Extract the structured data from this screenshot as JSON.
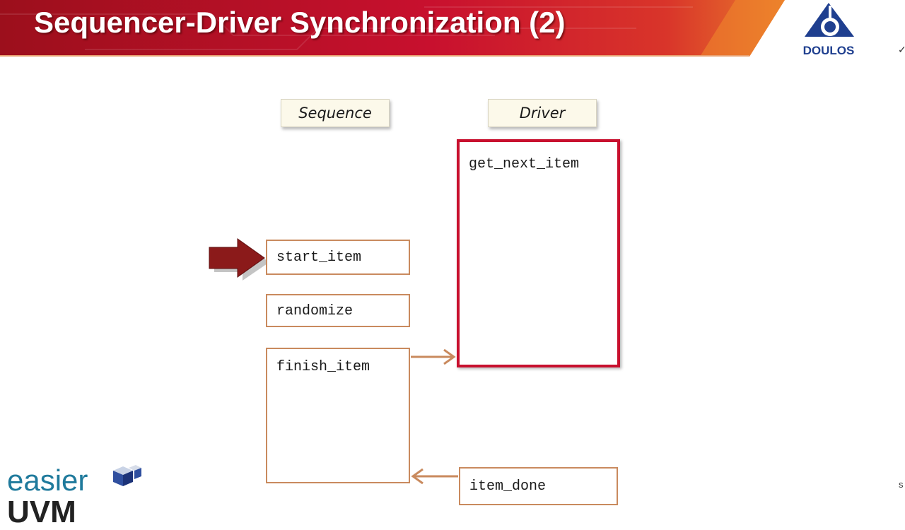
{
  "slide": {
    "title": "Sequencer-Driver Synchronization (2)",
    "logo_text": "DOULOS",
    "edge_mark_top": "✓",
    "edge_mark_bottom": "s"
  },
  "columns": {
    "sequence": "Sequence",
    "driver": "Driver"
  },
  "sequence_steps": {
    "start_item": "start_item",
    "randomize": "randomize",
    "finish_item": "finish_item"
  },
  "driver_steps": {
    "get_next_item": "get_next_item",
    "item_done": "item_done"
  },
  "highlight": {
    "active_step": "start_item",
    "active_driver_step": "get_next_item"
  },
  "branding": {
    "line1": "easier",
    "line2": "UVM"
  },
  "colors": {
    "header_red": "#c8102e",
    "box_border": "#c98a5e",
    "active_border": "#c8102e",
    "pointer_arrow": "#8b1a1a",
    "logo_blue": "#1f3f8f"
  },
  "icons": {
    "pointer": "block-arrow-right-icon",
    "logo": "doulos-logo-icon",
    "cube": "cube-icon"
  }
}
